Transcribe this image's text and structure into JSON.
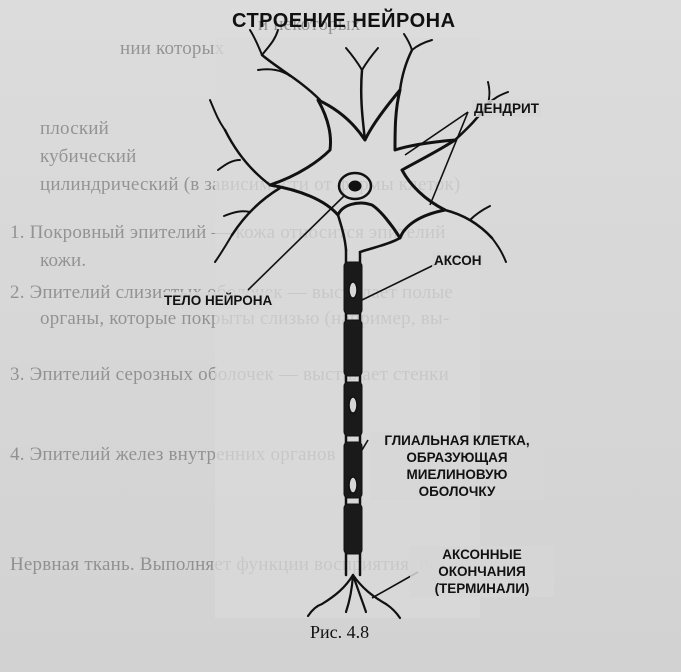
{
  "title": "СТРОЕНИЕ НЕЙРОНА",
  "labels": {
    "dendrite": "ДЕНДРИТ",
    "axon": "АКСОН",
    "cell_body": "ТЕЛО НЕЙРОНА",
    "glial_1": "ГЛИАЛЬНАЯ КЛЕТКА,",
    "glial_2": "ОБРАЗУЮЩАЯ",
    "glial_3": "МИЕЛИНОВУЮ",
    "glial_4": "ОБОЛОЧКУ",
    "terminals_1": "АКСОННЫЕ",
    "terminals_2": "ОКОНЧАНИЯ",
    "terminals_3": "(ТЕРМИНАЛИ)"
  },
  "caption": "Рис. 4.8",
  "background_text": [
    "и некоторых",
    "нии которых",
    "плоский",
    "кубический",
    "цилиндрический (в зависимости от формы клеток)",
    "1. Покровный эпителий — кожа относится эпителий",
    "кожи.",
    "2. Эпителий слизистых оболочек — выстилает полые",
    "органы, которые покрыты слизью (например, вы-",
    "3. Эпителий серозных оболочек — выстилает стенки",
    "4. Эпителий желез внутренних органов",
    "Нервная ткань. Выполняет функции восприятия, пе-"
  ],
  "colors": {
    "ink": "#111111",
    "paper": "#d6d6d6"
  }
}
